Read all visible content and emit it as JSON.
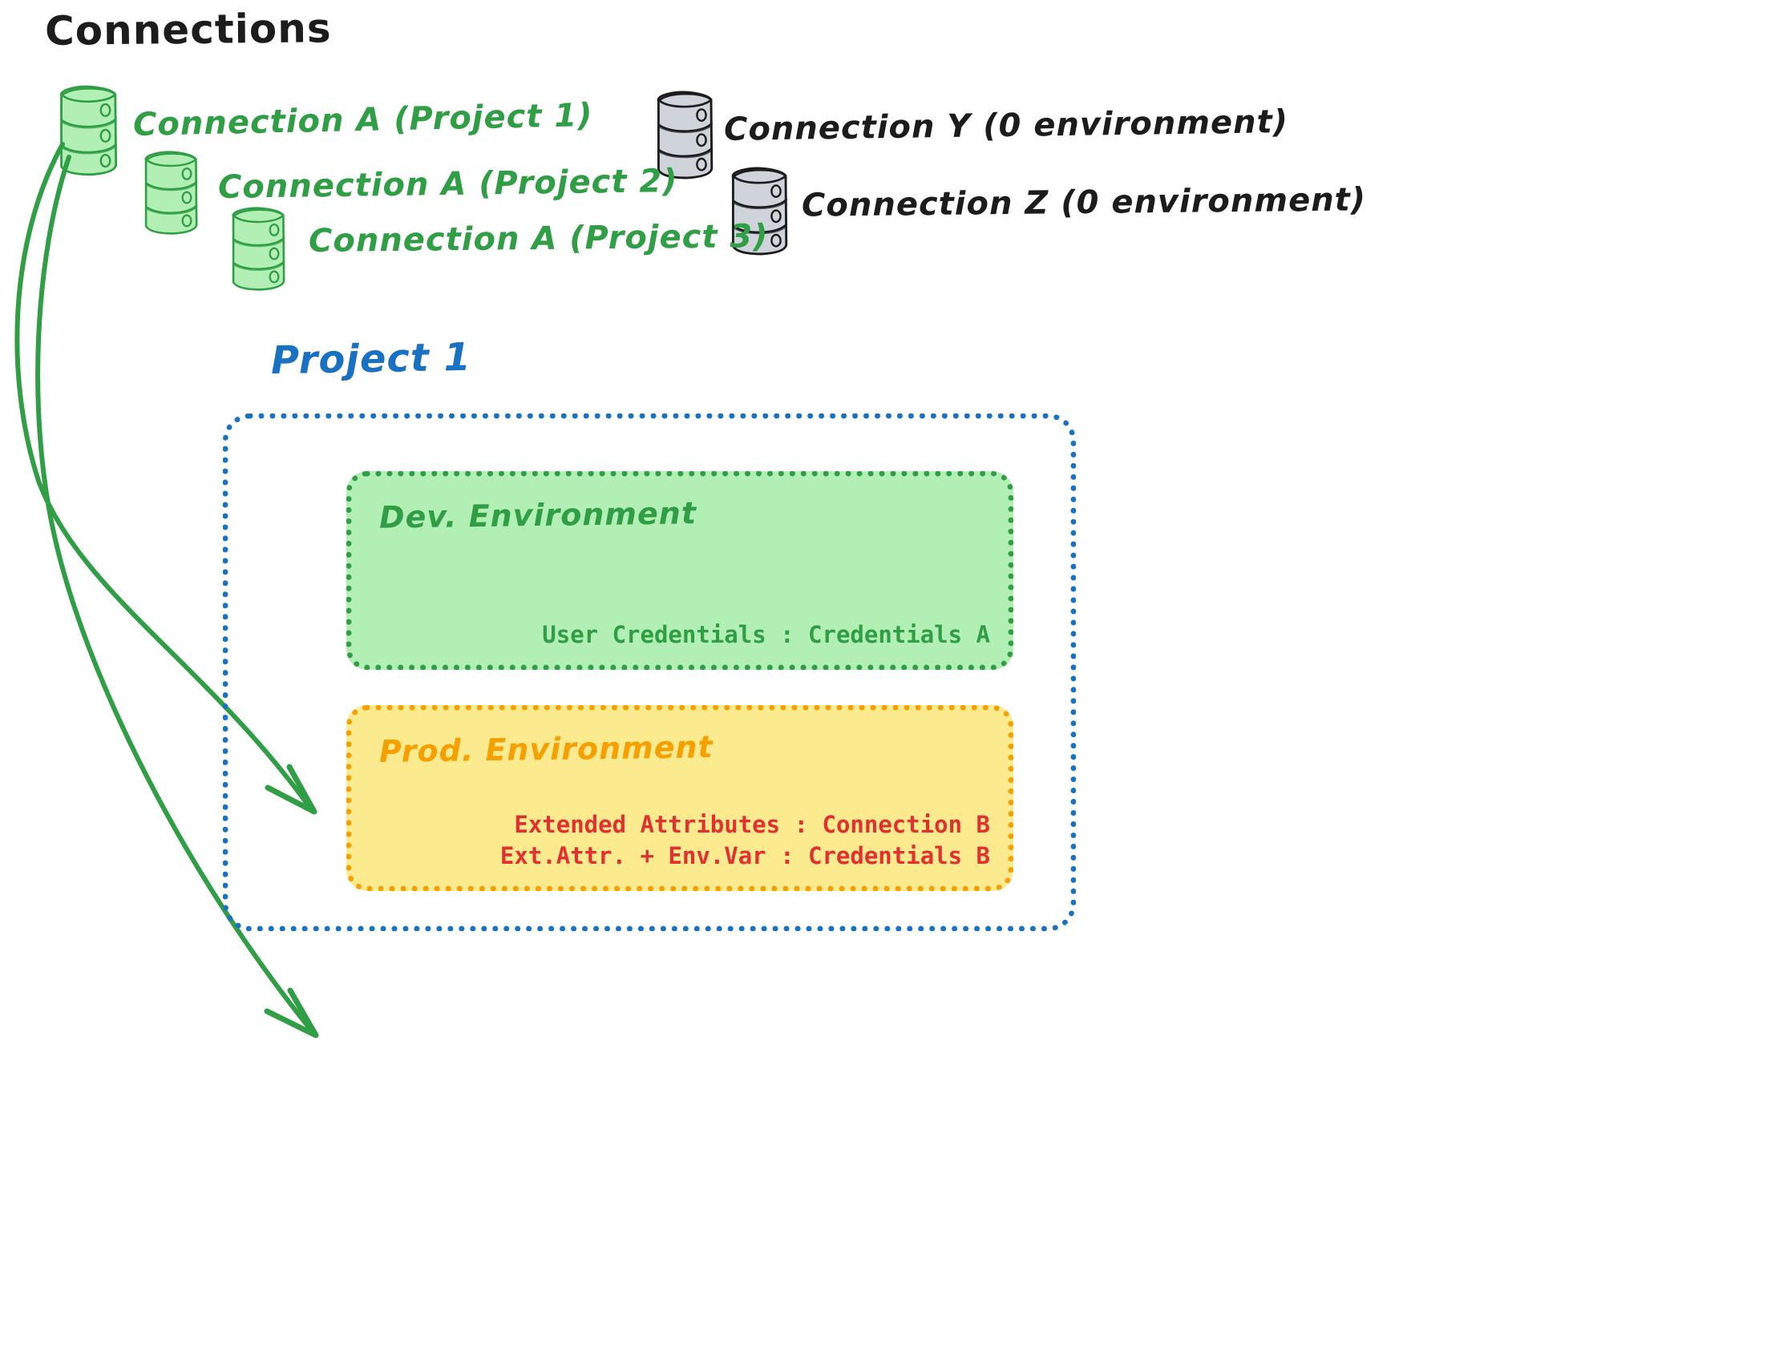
{
  "page": {
    "title": "Connections",
    "background": "#ffffff"
  },
  "palette": {
    "green_stroke": "#2f9e44",
    "green_fill": "#b2efb5",
    "gray_fill": "#ced4da",
    "gray_stroke": "#1c1c1c",
    "blue": "#1971c2",
    "orange": "#f59f00",
    "yellow_fill": "#fcea8e",
    "red": "#e03131",
    "black": "#1c1c1c"
  },
  "connections": {
    "heading": "Connections",
    "green_group": [
      {
        "label": "Connection A (Project 1)",
        "icon": "database-cylinder-icon",
        "color": "#2f9e44"
      },
      {
        "label": "Connection A (Project 2)",
        "icon": "database-cylinder-icon",
        "color": "#2f9e44"
      },
      {
        "label": "Connection A (Project 3)",
        "icon": "database-cylinder-icon",
        "color": "#2f9e44"
      }
    ],
    "gray_group": [
      {
        "label": "Connection Y (0 environment)",
        "icon": "database-cylinder-icon",
        "color": "#1c1c1c"
      },
      {
        "label": "Connection Z (0 environment)",
        "icon": "database-cylinder-icon",
        "color": "#1c1c1c"
      }
    ]
  },
  "project": {
    "title": "Project 1",
    "border_color": "#1971c2",
    "environments": [
      {
        "name": "Dev. Environment",
        "fill": "#b2efb5",
        "border": "#2f9e44",
        "text_color": "#2f9e44",
        "lines": [
          "User Credentials : Credentials A"
        ]
      },
      {
        "name": "Prod. Environment",
        "fill": "#fcea8e",
        "border": "#f59f00",
        "text_color": "#e03131",
        "lines": [
          "Extended Attributes : Connection B",
          "Ext.Attr. + Env.Var : Credentials B"
        ]
      }
    ]
  },
  "arrows": [
    {
      "from": "Connection A (Project 1)",
      "to": "Dev. Environment",
      "color": "#2f9e44"
    },
    {
      "from": "Connection A (Project 1)",
      "to": "Prod. Environment",
      "color": "#2f9e44"
    }
  ]
}
